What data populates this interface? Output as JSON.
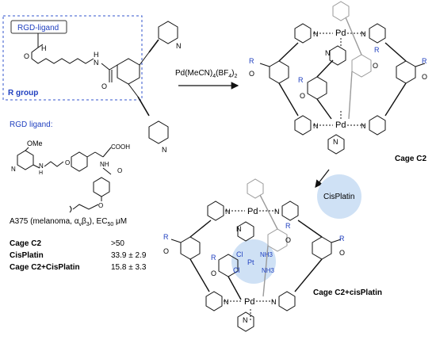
{
  "ligand": {
    "group_box_label": "RGD-ligand",
    "r_group_label": "R group",
    "pyridine_n": "N",
    "amide_o": "O",
    "amide_nh": "NH",
    "amide_h": "H",
    "amide_n": "N"
  },
  "reaction": {
    "reagent": "Pd(MeCN)4(BF4)2",
    "reagent_parts": {
      "a": "Pd(MeCN)",
      "b": "4",
      "c": "(BF",
      "d": "4",
      "e": ")",
      "f": "2"
    }
  },
  "rgd": {
    "title": "RGD ligand:",
    "ome": "OMe",
    "n1": "N",
    "nh1": "N",
    "h1": "H",
    "o1": "O",
    "cooh": "COOH",
    "nh2": "NH",
    "o2": "O",
    "o3": "O"
  },
  "cage_top": {
    "label": "Cage C2",
    "metal": "Pd",
    "n": "N",
    "r": "R",
    "o": "O"
  },
  "cisplatin_arrow": {
    "label": "CisPlatin"
  },
  "cage_bottom": {
    "label": "Cage C2+cisPlatin",
    "metal": "Pd",
    "n": "N",
    "r": "R",
    "o": "O",
    "cl": "Cl",
    "pt": "Pt",
    "nh3": "NH3"
  },
  "assay": {
    "title_a": "A375 (melanoma, α",
    "title_v": "v",
    "title_b": "β",
    "title_3": "3",
    "title_c": "), EC",
    "title_50": "50",
    "title_d": " μM",
    "rows": [
      {
        "name": "Cage C2",
        "value": ">50"
      },
      {
        "name": "CisPlatin",
        "value": "33.9 ± 2.9"
      },
      {
        "name": "Cage C2+CisPlatin",
        "value": "15.8  ± 3.3"
      }
    ]
  },
  "colors": {
    "blue": "#1f3fbf",
    "box": "#3355cc",
    "circle": "#cfe1f5",
    "bond": "#111111",
    "grey": "#9a9a9a"
  }
}
